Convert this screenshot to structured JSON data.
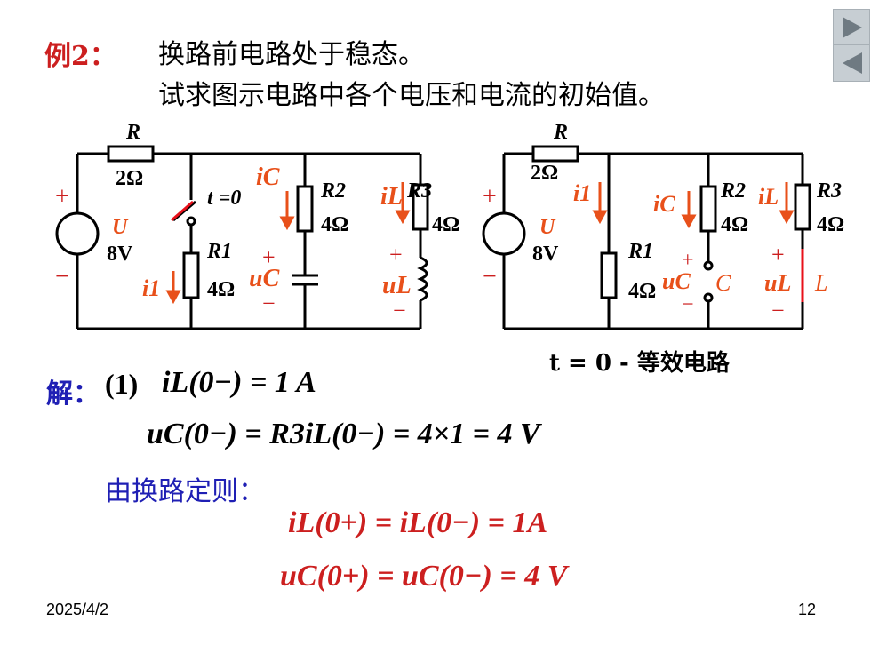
{
  "nav": {
    "next_icon": "play-right-icon",
    "prev_icon": "play-left-icon",
    "color": "#c7ced3"
  },
  "title": {
    "label": "例2：",
    "line1": "换路前电路处于稳态。",
    "line2": "试求图示电路中各个电压和电流的初始值。"
  },
  "circuit1": {
    "R_label": "R",
    "R_value": "2Ω",
    "switch_label": "t =0",
    "source_U": "U",
    "source_V": "8V",
    "R1_label": "R1",
    "R1_value": "4Ω",
    "R2_label": "R2",
    "R2_value": "4Ω",
    "R3_label": "R3",
    "R3_value": "4Ω",
    "iC": "iC",
    "iL": "iL",
    "i1": "i1",
    "uC": "uC",
    "uL": "uL",
    "plus": "+",
    "minus": "−"
  },
  "circuit2": {
    "R_label": "R",
    "R_value": "2Ω",
    "source_U": "U",
    "source_V": "8V",
    "R1_label": "R1",
    "R1_value": "4Ω",
    "R2_label": "R2",
    "R2_value": "4Ω",
    "R3_label": "R3",
    "R3_value": "4Ω",
    "C_label": "C",
    "L_label": "L",
    "iC": "iC",
    "iL": "iL",
    "i1": "i1",
    "uC": "uC",
    "uL": "uL",
    "caption": "t = 0 - 等效电路"
  },
  "solution": {
    "label": "解：",
    "step": "(1)",
    "eq1": "iL(0−) = 1 A",
    "eq2": "uC(0−) = R3iL(0−) = 4×1 = 4 V",
    "rule": "由换路定则：",
    "eq3": "iL(0+) = iL(0−) = 1A",
    "eq4": "uC(0+) = uC(0−) = 4 V"
  },
  "footer": {
    "date": "2025/4/2",
    "page": "12"
  },
  "colors": {
    "red": "#cc1f1f",
    "orange": "#e8501a",
    "blue": "#1f1fb4"
  }
}
